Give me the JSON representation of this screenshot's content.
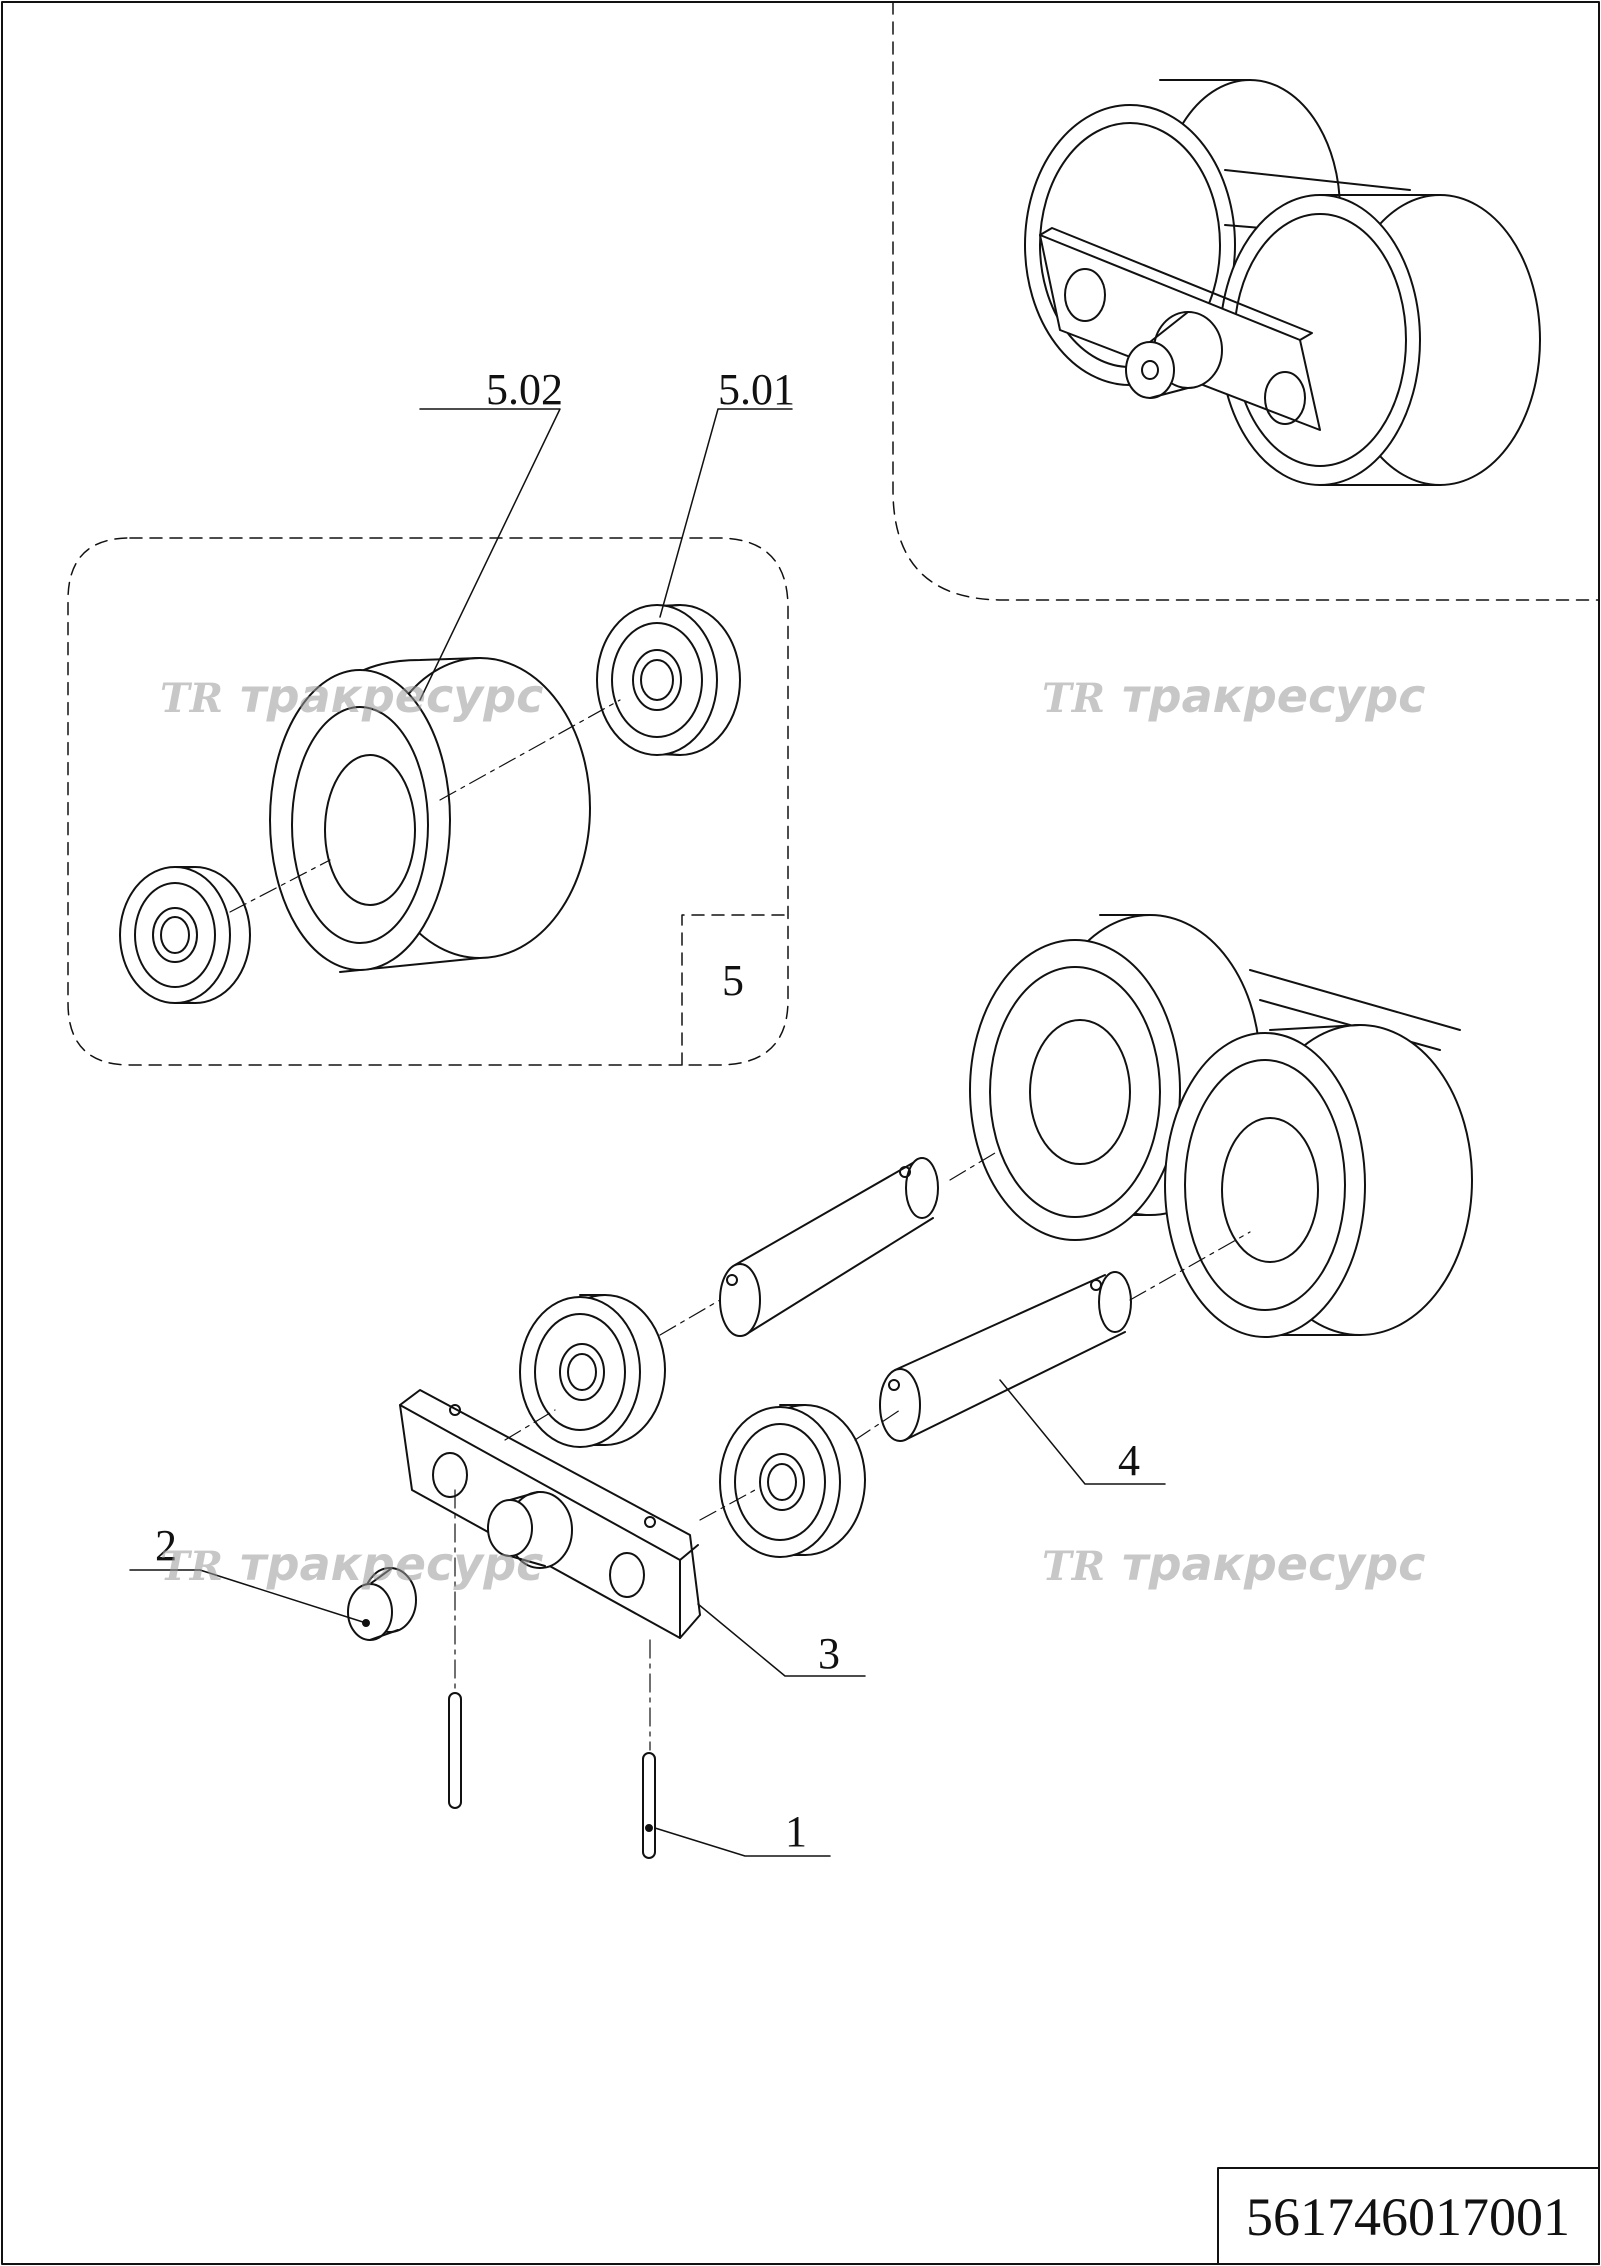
{
  "drawing": {
    "part_number": "561746017001",
    "callouts": {
      "c1": "1",
      "c2": "2",
      "c3": "3",
      "c4": "4",
      "c5": "5",
      "c501": "5.01",
      "c502": "5.02"
    },
    "watermark": {
      "logo": "TR",
      "text": "тракресурс"
    }
  }
}
